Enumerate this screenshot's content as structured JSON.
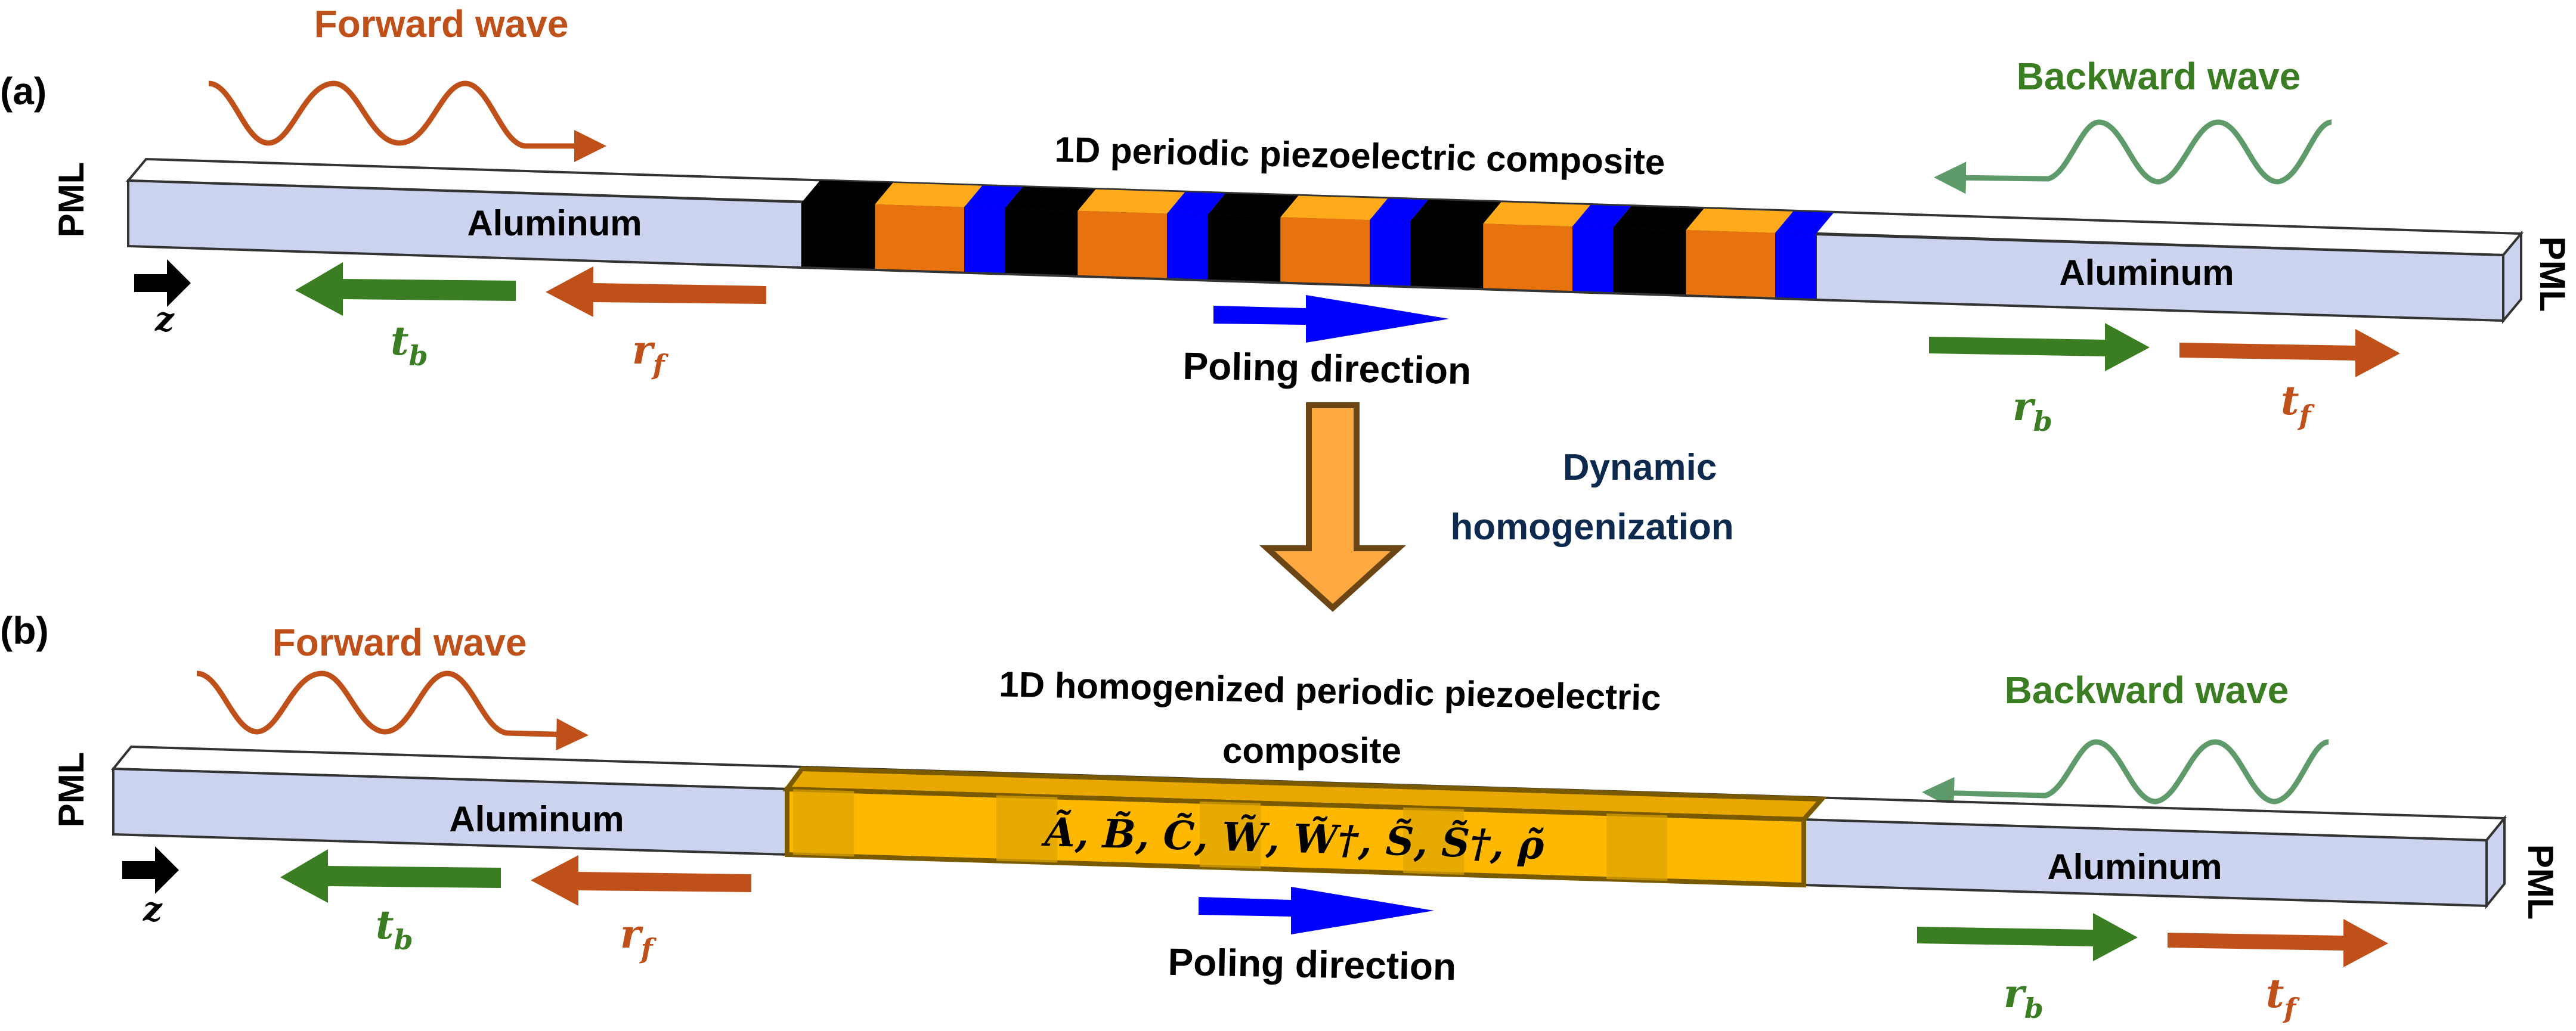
{
  "colors": {
    "forward": "#c0501a",
    "backward": "#3b7d23",
    "backward_wave": "#5e9a6a",
    "aluminum": "#cbd3ee",
    "black_layer": "#000000",
    "orange_layer": "#e8730e",
    "orange_top": "#ffaa1a",
    "blue_layer": "#0000ff",
    "homog_fill": "#ffb800",
    "homog_dark": "#dca400",
    "homog_edge": "#7a5a00",
    "big_arrow": "#ffaa40",
    "big_arrow_edge": "#6b4614",
    "dyn_text": "#0d2a4e"
  },
  "transition": {
    "label_line1": "Dynamic",
    "label_line2": "homogenization"
  },
  "panels": [
    {
      "id": "a",
      "label": "(a)",
      "forward_wave": "Forward wave",
      "backward_wave": "Backward wave",
      "title": "1D periodic piezoelectric composite",
      "left_pml": "PML",
      "right_pml": "PML",
      "left_material": "Aluminum",
      "right_material": "Aluminum",
      "z_axis": "z",
      "t_b": {
        "base": "t",
        "sub": "b"
      },
      "r_f": {
        "base": "r",
        "sub": "f"
      },
      "r_b": {
        "base": "r",
        "sub": "b"
      },
      "t_f": {
        "base": "t",
        "sub": "f"
      },
      "poling": "Poling direction",
      "unit_cells": 5,
      "layers_per_cell": [
        "black",
        "orange",
        "blue"
      ]
    },
    {
      "id": "b",
      "label": "(b)",
      "forward_wave": "Forward wave",
      "backward_wave": "Backward wave",
      "title_line1": "1D homogenized periodic piezoelectric",
      "title_line2": "composite",
      "left_pml": "PML",
      "right_pml": "PML",
      "left_material": "Aluminum",
      "right_material": "Aluminum",
      "z_axis": "z",
      "t_b": {
        "base": "t",
        "sub": "b"
      },
      "r_f": {
        "base": "r",
        "sub": "f"
      },
      "r_b": {
        "base": "r",
        "sub": "b"
      },
      "t_f": {
        "base": "t",
        "sub": "f"
      },
      "poling": "Poling direction",
      "effective_params": "Ã, B̃, C̃, W̃, W̃†, S̃, S̃†, ρ̃"
    }
  ]
}
